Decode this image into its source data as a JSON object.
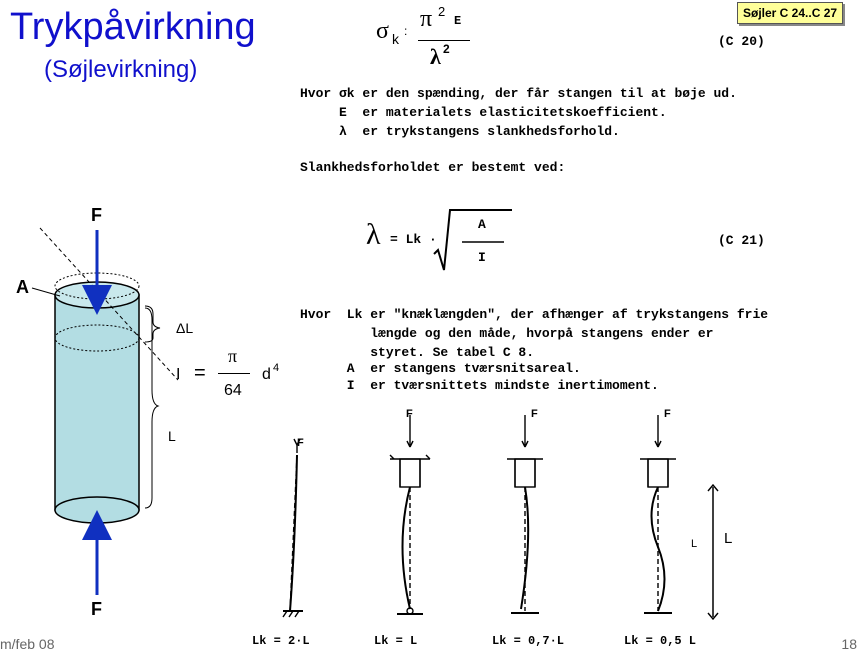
{
  "slide": {
    "title": "Trykpåvirkning",
    "subtitle": "(Søjlevirkning)",
    "badge": "Søjler C 24..C 27",
    "footer_left": "m/feb 08",
    "page_number": "18"
  },
  "formula1": {
    "sigma": "σ",
    "sigma_sub": "k",
    "colon": ":",
    "pi": "π",
    "pi_exp": "2",
    "E": "E",
    "lambda": "λ",
    "lambda_exp": "2",
    "ref": "(C 20)"
  },
  "definitions1": [
    "Hvor σk er den spænding, der får stangen til at bøje ud.",
    "     E  er materialets elasticitetskoefficient.",
    "     λ  er trykstangens slankhedsforhold."
  ],
  "slenderness_intro": "Slankhedsforholdet er bestemt ved:",
  "formula2": {
    "lambda": "λ",
    "equals_lk": "= Lk ·",
    "numerator": "A",
    "denominator": "I",
    "ref": "(C 21)"
  },
  "definitions2": [
    "Hvor  Lk er \"knæklængden\", der afhænger af trykstangens frie",
    "         længde og den måde, hvorpå stangens ender er",
    "         styret. Se tabel C 8.",
    "      A  er stangens tværsnitsareal.",
    "      I  er tværsnittets mindste inertimoment."
  ],
  "column_figure": {
    "force_top": "F",
    "force_bottom": "F",
    "area_label": "A",
    "delta_label": "ΔL",
    "length_label": "L",
    "colors": {
      "cylinder": "#b3dde3",
      "arrow": "#1030c0"
    }
  },
  "inertia_formula": {
    "I": "I",
    "equals": "=",
    "pi": "π",
    "denominator": "64",
    "d": "d",
    "exp": "4"
  },
  "buckling_cases": [
    {
      "force": "F",
      "caption": "Lk = 2·L"
    },
    {
      "force": "F",
      "caption": "Lk = L"
    },
    {
      "force": "F",
      "caption": "Lk = 0,7·L"
    },
    {
      "force": "F",
      "caption": "Lk = 0,5 L"
    }
  ],
  "buckling_length_labels": {
    "small": "L",
    "large": "L"
  }
}
